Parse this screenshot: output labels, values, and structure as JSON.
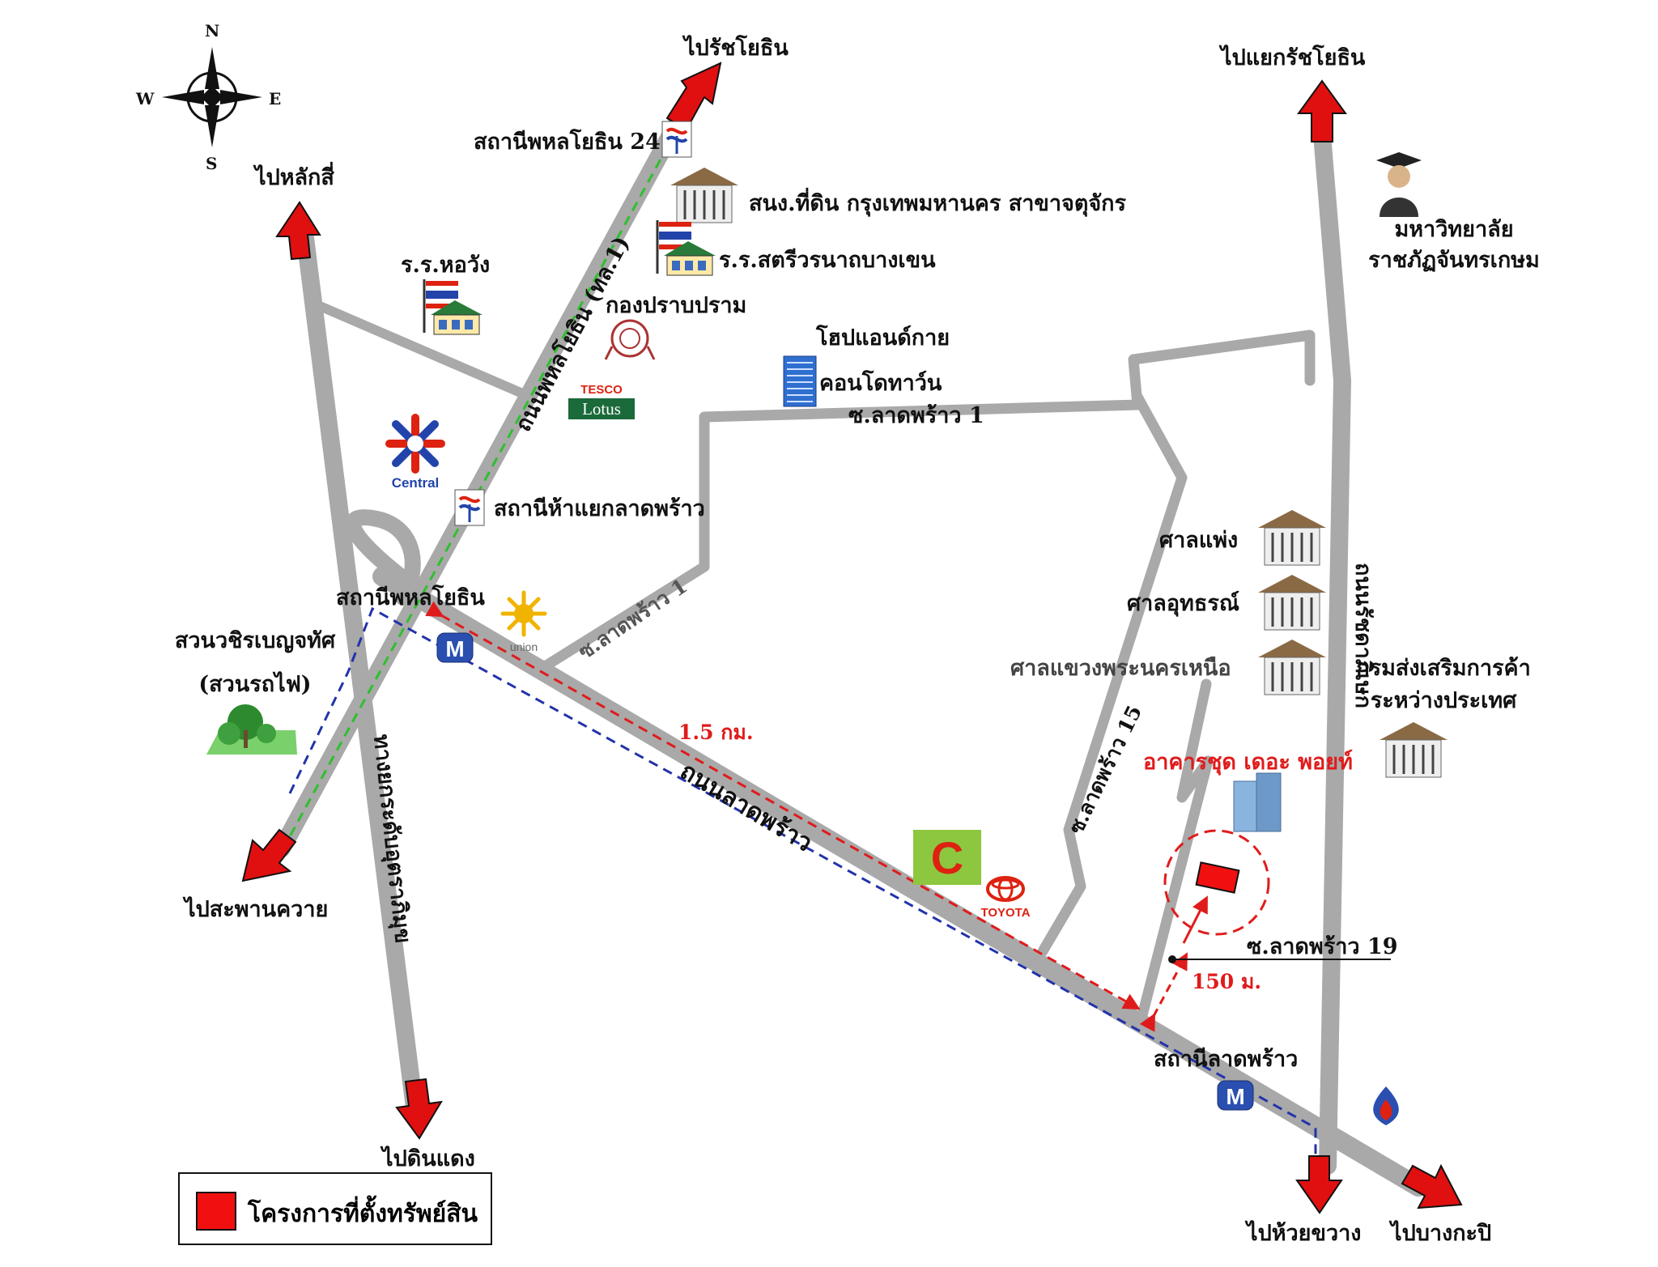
{
  "compass": {
    "north": "N",
    "south": "S",
    "east": "E",
    "west": "W"
  },
  "directions": {
    "to_ratchayothin": "ไปรัชโยธิน",
    "to_ratchayothin_junction": "ไปแยกรัชโยธิน",
    "to_lak_si": "ไปหลักสี่",
    "to_saphan_khwai": "ไปสะพานควาย",
    "to_din_daeng": "ไปดินแดง",
    "to_huai_khwang": "ไปห้วยขวาง",
    "to_bang_kapi": "ไปบางกะปิ"
  },
  "roads": {
    "phahonyothin": "ถนนพหลโยธิน (ทล.1)",
    "lat_phrao": "ถนนลาดพร้าว",
    "kamphaeng_phet": "ทางยกระดับอุตราภิมุข",
    "ratchadaphisek": "ถนนรัชดาภิเษก",
    "soi_1_top": "ซ.ลาดพร้าว 1",
    "soi_1_vertical": "ซ.ลาดพร้าว 1",
    "soi_15": "ซ.ลาดพร้าว 15",
    "soi_19": "ซ.ลาดพร้าว 19"
  },
  "stations": {
    "phahon_24": "สถานีพหลโยธิน 24",
    "ha_yaek": "สถานีห้าแยกลาดพร้าว",
    "phahon": "สถานีพหลโยธิน",
    "lat_phrao": "สถานีลาดพร้าว"
  },
  "landmarks": {
    "land_office": "สนง.ที่ดิน กรุงเทพมหานคร สาขาจตุจักร",
    "satriwit": "ร.ร.สตรีวรนาถบางเขน",
    "ho_wang": "ร.ร.หอวัง",
    "narcotics": "กองปราบปราม",
    "tesco_1": "TESCO",
    "tesco_2": "Lotus",
    "central": "Central",
    "condo_1": "โฮปแอนด์กาย",
    "condo_2": "คอนโดทาว์น",
    "university_1": "มหาวิทยาลัย",
    "university_2": "ราชภัฏจันทรเกษม",
    "civil_court": "ศาลแพ่ง",
    "appeal_court": "ศาลอุทธรณ์",
    "district_court": "ศาลแขวงพระนครเหนือ",
    "trade_dept_1": "กรมส่งเสริมการค้า",
    "trade_dept_2": "ระหว่างประเทศ",
    "park_1": "สวนวชิรเบญจทัศ",
    "park_2": "(สวนรถไฟ)",
    "union": "union",
    "toyota": "TOYOTA",
    "project": "อาคารชุด เดอะ พอยท์"
  },
  "distances": {
    "mrt_to_soi": "1.5 กม.",
    "soi_to_project": "150 ม."
  },
  "metro_symbol": "M",
  "legend": {
    "label": "โครงการที่ตั้งทรัพย์สิน"
  },
  "colors": {
    "road": "#a9a9a9",
    "project": "#f01010",
    "distance": "#e01b1b",
    "mrt_route": "#2233aa",
    "bts_route": "#2fbf2f",
    "arrow": "#e01010"
  }
}
